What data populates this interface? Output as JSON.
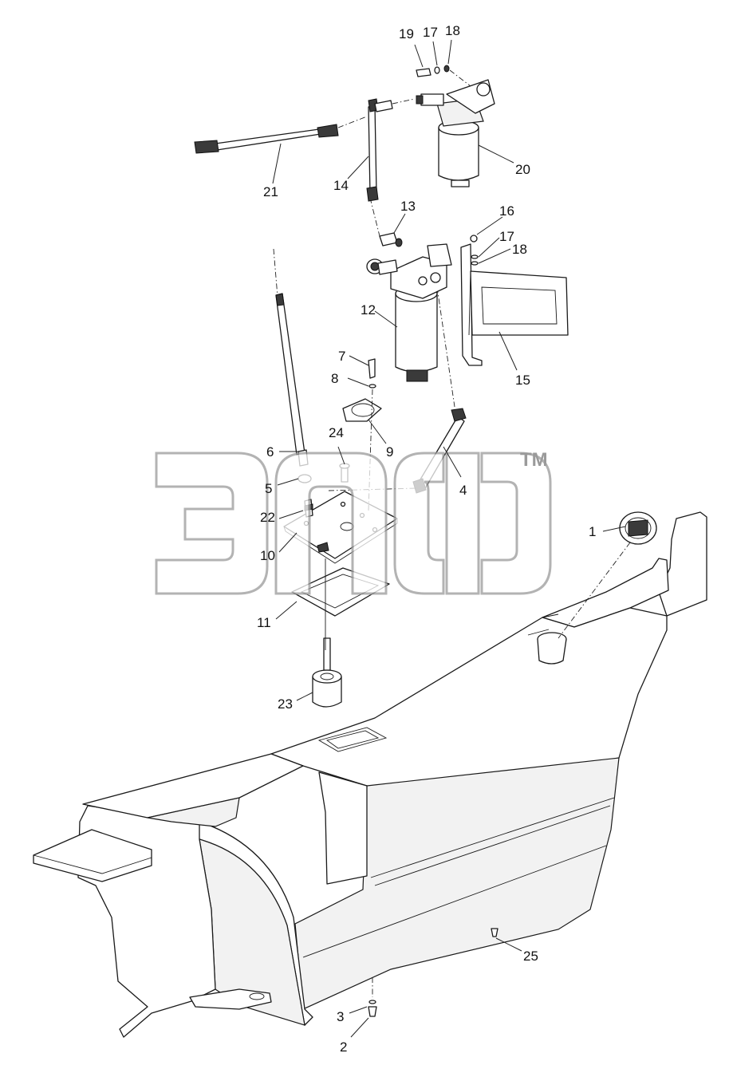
{
  "watermark": {
    "trademark": "TM"
  },
  "callouts": [
    {
      "id": "c1",
      "label": "1"
    },
    {
      "id": "c2",
      "label": "2"
    },
    {
      "id": "c3",
      "label": "3"
    },
    {
      "id": "c4",
      "label": "4"
    },
    {
      "id": "c5",
      "label": "5"
    },
    {
      "id": "c6",
      "label": "6"
    },
    {
      "id": "c7",
      "label": "7"
    },
    {
      "id": "c8",
      "label": "8"
    },
    {
      "id": "c9",
      "label": "9"
    },
    {
      "id": "c10",
      "label": "10"
    },
    {
      "id": "c11",
      "label": "11"
    },
    {
      "id": "c12",
      "label": "12"
    },
    {
      "id": "c13",
      "label": "13"
    },
    {
      "id": "c14",
      "label": "14"
    },
    {
      "id": "c15",
      "label": "15"
    },
    {
      "id": "c16",
      "label": "16"
    },
    {
      "id": "c17a",
      "label": "17"
    },
    {
      "id": "c18a",
      "label": "18"
    },
    {
      "id": "c17b",
      "label": "17"
    },
    {
      "id": "c18b",
      "label": "18"
    },
    {
      "id": "c19",
      "label": "19"
    },
    {
      "id": "c20",
      "label": "20"
    },
    {
      "id": "c21",
      "label": "21"
    },
    {
      "id": "c22",
      "label": "22"
    },
    {
      "id": "c23",
      "label": "23"
    },
    {
      "id": "c24",
      "label": "24"
    },
    {
      "id": "c25",
      "label": "25"
    }
  ]
}
